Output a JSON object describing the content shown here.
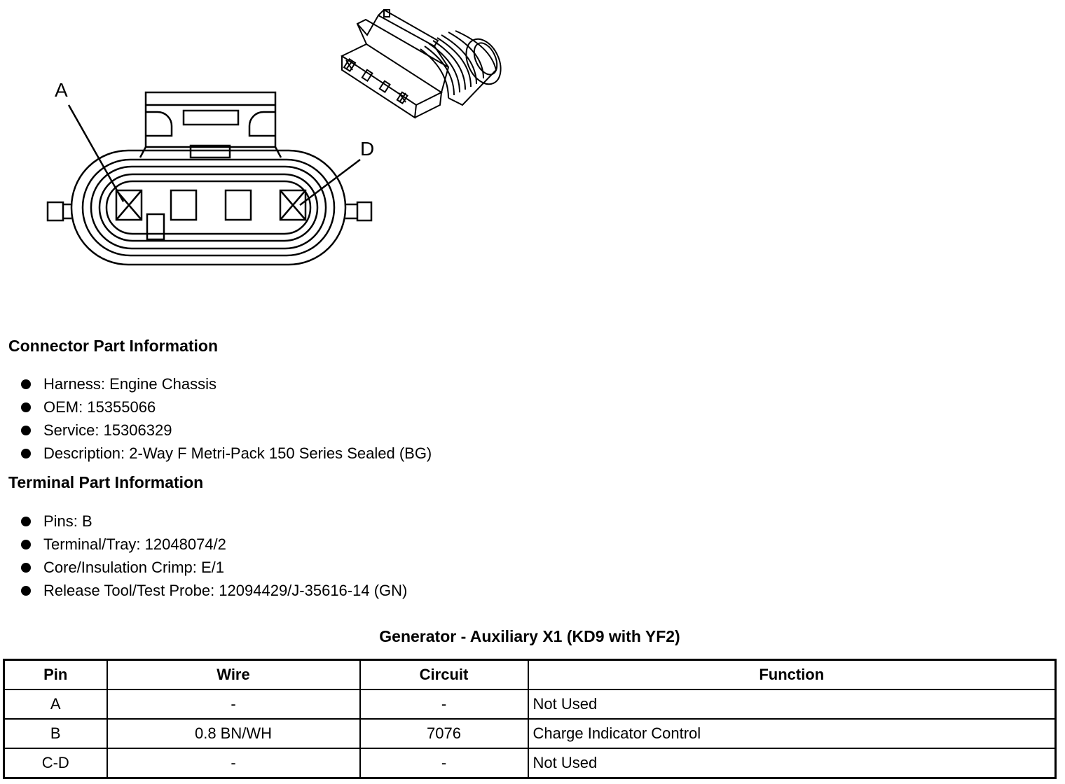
{
  "diagram": {
    "pin_label_a": "A",
    "pin_label_d": "D"
  },
  "connector_section": {
    "title": "Connector Part Information",
    "items": [
      "Harness: Engine Chassis",
      "OEM: 15355066",
      "Service: 15306329",
      "Description: 2-Way F Metri-Pack 150 Series Sealed (BG)"
    ]
  },
  "terminal_section": {
    "title": "Terminal Part Information",
    "items": [
      "Pins: B",
      "Terminal/Tray: 12048074/2",
      "Core/Insulation Crimp: E/1",
      "Release Tool/Test Probe: 12094429/J-35616-14 (GN)"
    ]
  },
  "table": {
    "title": "Generator - Auxiliary X1 (KD9 with YF2)",
    "headers": [
      "Pin",
      "Wire",
      "Circuit",
      "Function"
    ],
    "rows": [
      [
        "A",
        "-",
        "-",
        "Not Used"
      ],
      [
        "B",
        "0.8 BN/WH",
        "7076",
        "Charge Indicator Control"
      ],
      [
        "C-D",
        "-",
        "-",
        "Not Used"
      ]
    ]
  }
}
